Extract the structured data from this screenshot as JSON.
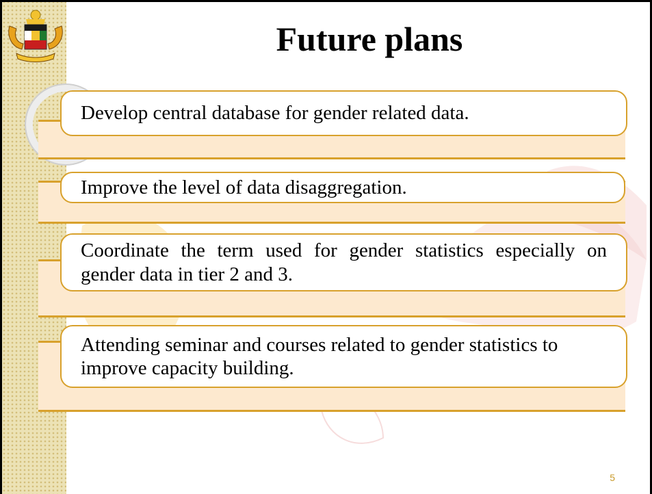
{
  "slide": {
    "title": "Future plans",
    "page_number": "5",
    "items": [
      {
        "text": "Develop central database for gender related data."
      },
      {
        "text": "Improve the level of data disaggregation."
      },
      {
        "text": "Coordinate the term used for gender statistics especially on gender data in tier 2 and 3."
      },
      {
        "text": "Attending seminar and courses related to gender statistics to improve capacity building."
      }
    ]
  },
  "colors": {
    "accent": "#d8a12c",
    "band_fill": "#fde9cf",
    "strip": "#ece2b5",
    "text": "#000000"
  },
  "icons": {
    "logo": "malaysia-coat-of-arms-icon",
    "watermark": "malaysia-map-watermark"
  }
}
